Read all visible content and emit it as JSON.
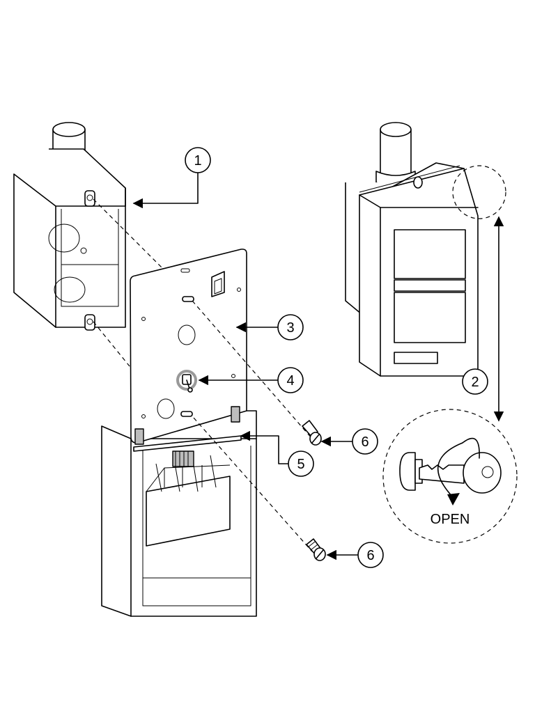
{
  "callouts": {
    "c1": "1",
    "c2": "2",
    "c3": "3",
    "c4": "4",
    "c5": "5",
    "c6a": "6",
    "c6b": "6"
  },
  "key_detail": {
    "caption": "OPEN"
  },
  "icons": [
    "electrical-box",
    "backplate",
    "toggle-switch",
    "housing",
    "screw",
    "key",
    "lock-cylinder",
    "assembled-unit"
  ]
}
